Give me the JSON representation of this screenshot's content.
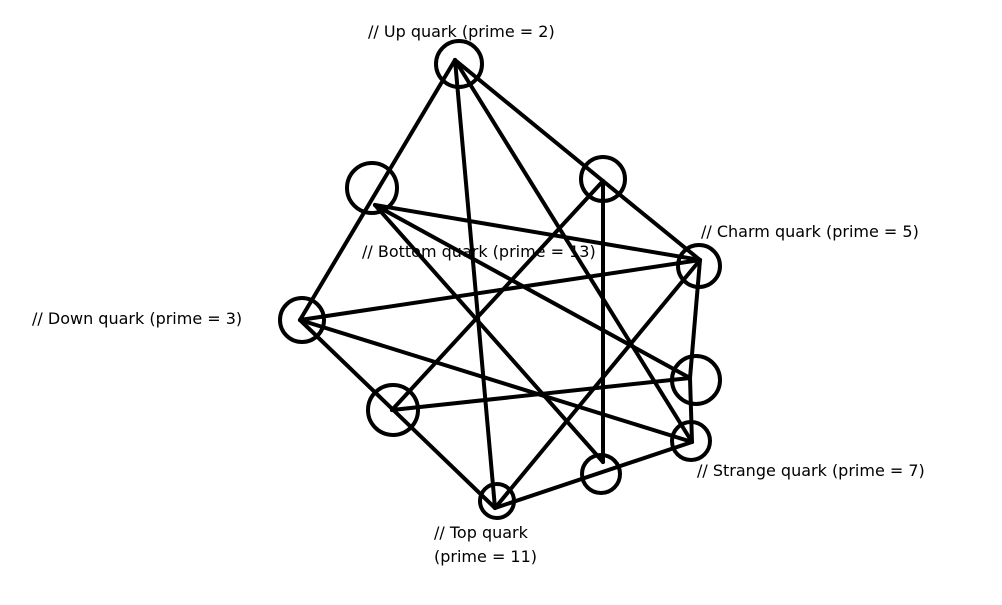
{
  "labels": {
    "up": "// Up quark (prime = 2)",
    "bottom": "// Bottom quark (prime = 13)",
    "charm": "// Charm quark (prime = 5)",
    "down": "// Down quark (prime = 3)",
    "strange": "// Strange quark (prime = 7)",
    "top_line1": "// Top quark",
    "top_line2": "(prime = 11)"
  },
  "colors": {
    "stroke": "#000000",
    "background": "#ffffff"
  }
}
